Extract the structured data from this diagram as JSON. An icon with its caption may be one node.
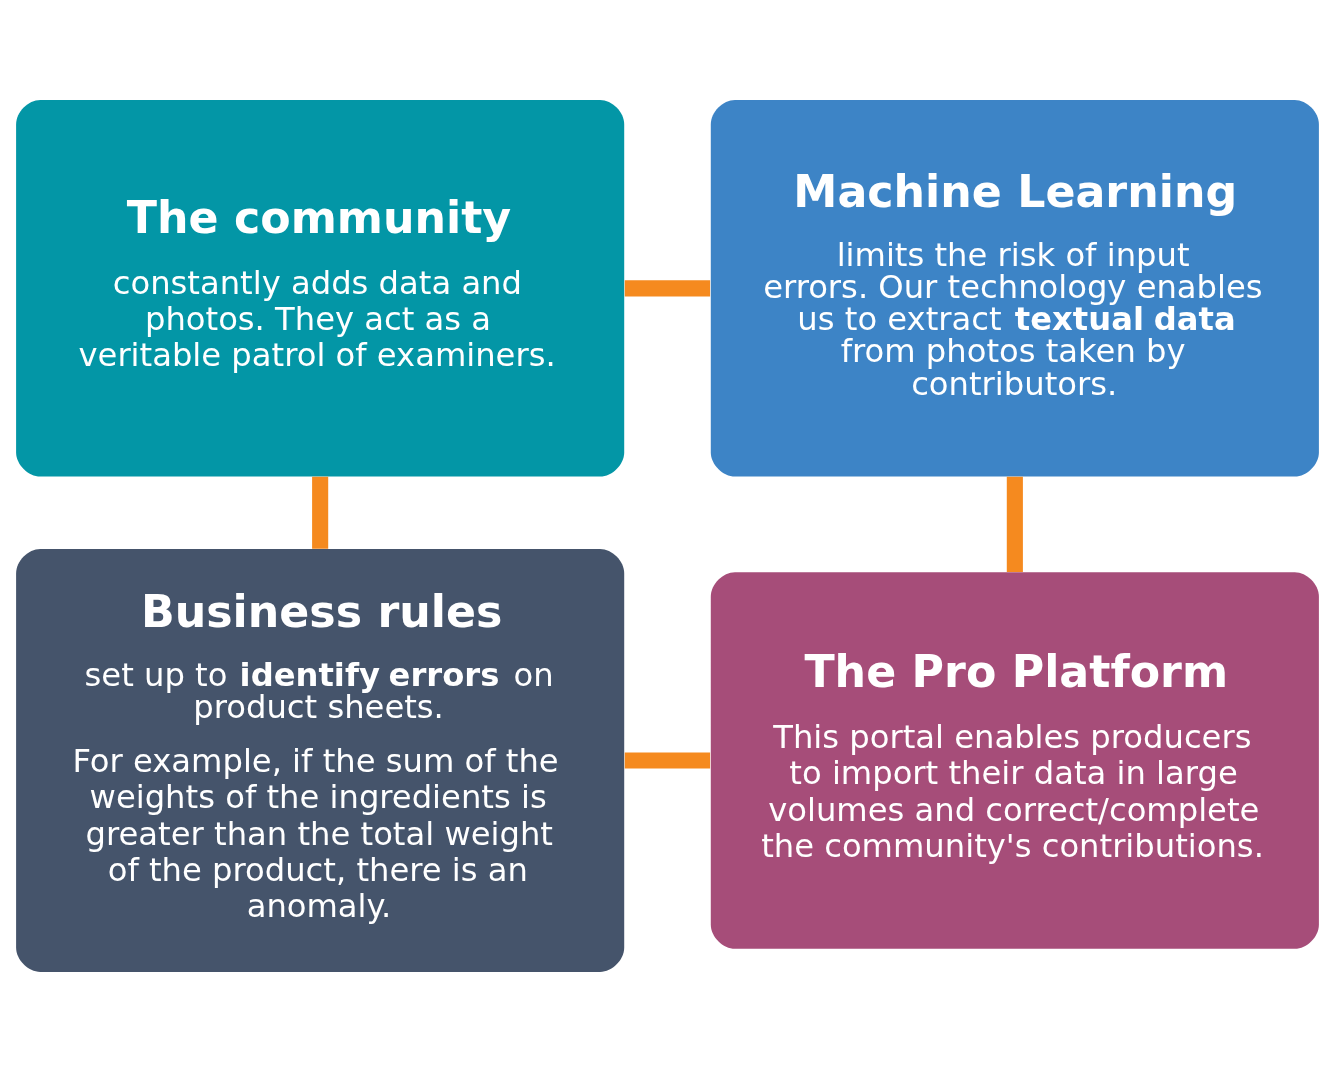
{
  "diagram": {
    "nodes": [
      {
        "text": [
          "The community",
          "constantly adds data and photos. They act as a veritable patrol of examiners."
        ]
      },
      {
        "text": [
          "Machine Learning",
          "limits the risk of input errors. Our technology enables us to extract **textual data** from photos taken by contributors."
        ]
      },
      {
        "text": [
          "Business rules",
          "set up to **identify errors** on product sheets.",
          "For example, if the sum of the weights of the ingredients is greater than the total weight of the product, there is an anomaly."
        ]
      },
      {
        "text": [
          "The Pro Platform",
          "This portal enables producers to import their data in large volumes and correct/complete the community's contributions."
        ]
      }
    ],
    "edges": [
      {
        "from": 0,
        "to": 1,
        "arrow": "none"
      },
      {
        "from": 1,
        "to": 3,
        "arrow": "none"
      },
      {
        "from": 2,
        "to": 3,
        "arrow": "none"
      },
      {
        "from": 0,
        "to": 2,
        "arrow": "none"
      }
    ]
  }
}
